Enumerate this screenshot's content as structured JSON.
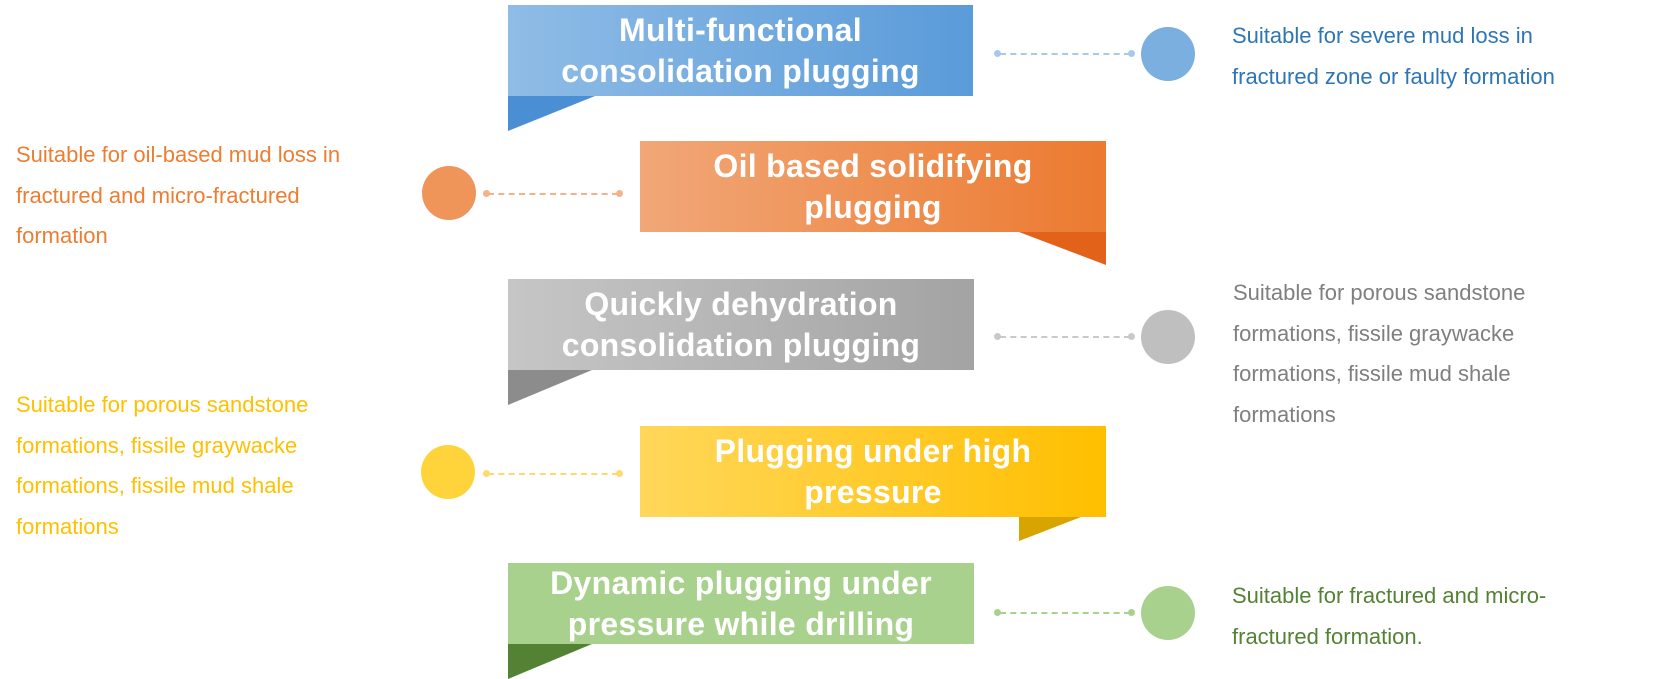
{
  "colors": {
    "blue": "#5b9bd5",
    "orange": "#ed7d31",
    "gray": "#a5a5a5",
    "yellow": "#ffc000",
    "green": "#a9d18e"
  },
  "methods": [
    {
      "title_lines": [
        "Multi-functional",
        "consolidation  plugging"
      ],
      "desc_lines": [
        "Suitable for severe mud loss in",
        "fractured zone or faulty formation"
      ]
    },
    {
      "title_lines": [
        "Oil based solidifying",
        "plugging"
      ],
      "desc_lines": [
        "Suitable for oil-based mud loss in",
        "fractured and micro-fractured",
        "formation"
      ]
    },
    {
      "title_lines": [
        "Quickly dehydration",
        "consolidation  plugging"
      ],
      "desc_lines": [
        "Suitable for porous sandstone",
        "formations, fissile graywacke",
        "formations, fissile mud shale",
        "formations"
      ]
    },
    {
      "title_lines": [
        "Plugging under high",
        "pressure"
      ],
      "desc_lines": [
        "Suitable for porous sandstone",
        "formations, fissile graywacke",
        "formations, fissile mud shale",
        "formations"
      ]
    },
    {
      "title_lines": [
        "Dynamic plugging under",
        "pressure while drilling"
      ],
      "desc_lines": [
        "Suitable for fractured and micro-",
        "fractured formation."
      ]
    }
  ]
}
